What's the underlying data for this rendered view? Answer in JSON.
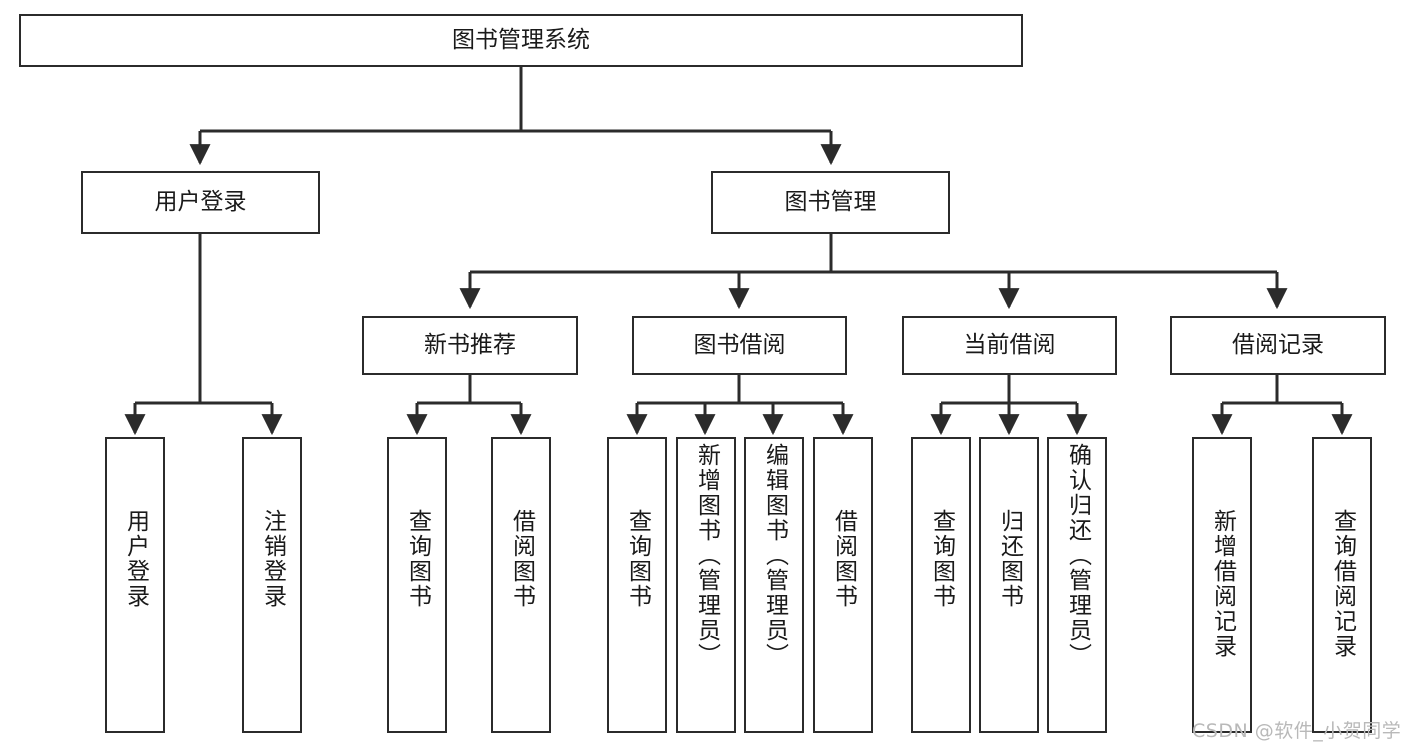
{
  "diagram": {
    "type": "hierarchy-tree",
    "title": "图书管理系统",
    "colors": {
      "box_border": "#2b2b2b",
      "box_fill": "#ffffff",
      "connector": "#2b2b2b",
      "text": "#1a1a1a",
      "watermark": "#b9b9b9",
      "background": "#ffffff"
    },
    "nodes": {
      "root": {
        "label": "图书管理系统"
      },
      "level1": [
        {
          "id": "user-login",
          "label": "用户登录"
        },
        {
          "id": "book-manage",
          "label": "图书管理"
        }
      ],
      "level2": [
        {
          "id": "new-book-recommend",
          "label": "新书推荐"
        },
        {
          "id": "book-borrow",
          "label": "图书借阅"
        },
        {
          "id": "current-borrow",
          "label": "当前借阅"
        },
        {
          "id": "borrow-record",
          "label": "借阅记录"
        }
      ],
      "leaves": {
        "user-login": [
          {
            "id": "leaf-user-login",
            "label": "用户登录"
          },
          {
            "id": "leaf-user-logout",
            "label": "注销登录"
          }
        ],
        "new-book-recommend": [
          {
            "id": "leaf-query-book-1",
            "label": "查询图书"
          },
          {
            "id": "leaf-borrow-book-1",
            "label": "借阅图书"
          }
        ],
        "book-borrow": [
          {
            "id": "leaf-query-book-2",
            "label": "查询图书"
          },
          {
            "id": "leaf-add-book",
            "label": "新增图书（管理员）"
          },
          {
            "id": "leaf-edit-book",
            "label": "编辑图书（管理员）"
          },
          {
            "id": "leaf-borrow-book-2",
            "label": "借阅图书"
          }
        ],
        "current-borrow": [
          {
            "id": "leaf-query-book-3",
            "label": "查询图书"
          },
          {
            "id": "leaf-return-book",
            "label": "归还图书"
          },
          {
            "id": "leaf-confirm-return",
            "label": "确认归还（管理员）"
          }
        ],
        "borrow-record": [
          {
            "id": "leaf-add-record",
            "label": "新增借阅记录"
          },
          {
            "id": "leaf-query-record",
            "label": "查询借阅记录"
          }
        ]
      }
    },
    "watermark": "CSDN @软件_小贺同学"
  }
}
